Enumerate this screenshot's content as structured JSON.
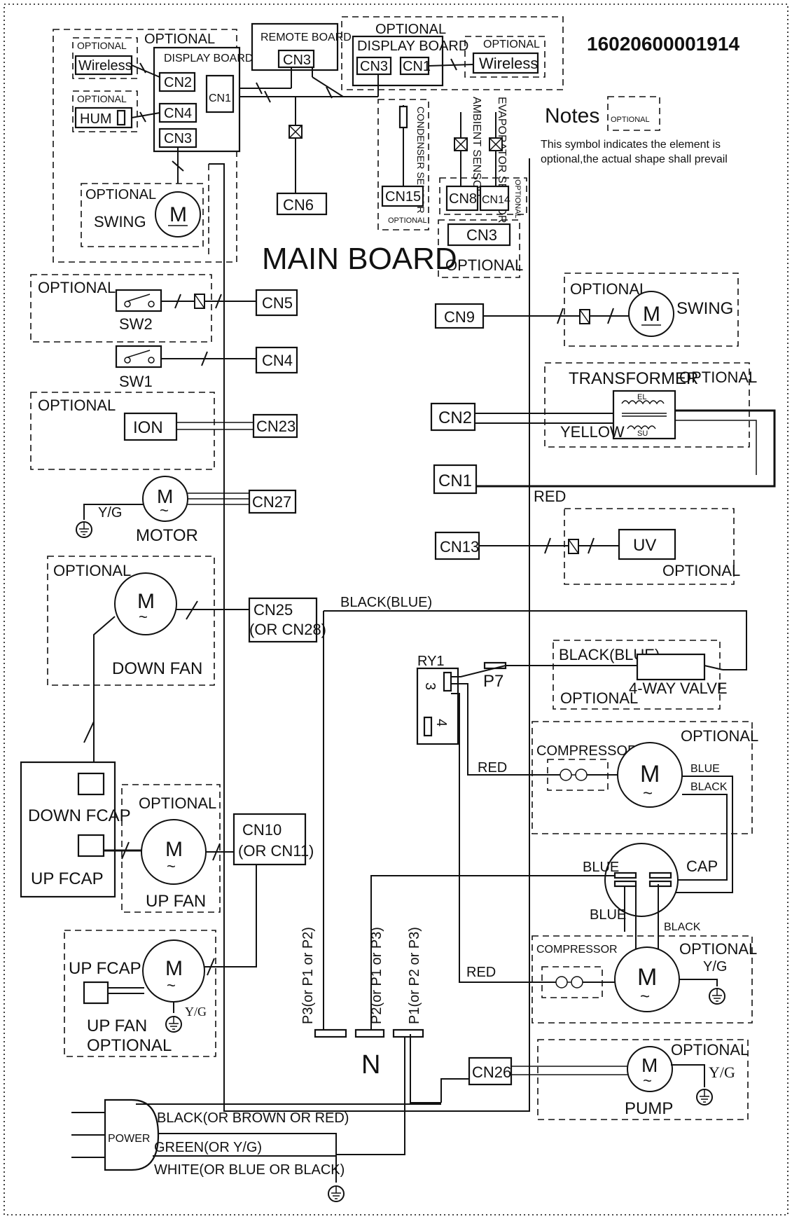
{
  "doc_id": "16020600001914",
  "notes": {
    "title": "Notes",
    "swatch": "OPTIONAL",
    "line1": "This symbol indicates the element is",
    "line2": "optional,the actual shape shall prevail"
  },
  "main_board": "MAIN BOARD",
  "remote_board": {
    "title": "REMOTE BOARD",
    "cn": "CN3"
  },
  "left_display": {
    "optional": "OPTIONAL",
    "title": "DISPLAY BOARD",
    "cn2": "CN2",
    "cn1": "CN1",
    "cn4": "CN4",
    "cn3": "CN3",
    "wireless_opt": "OPTIONAL",
    "wireless": "Wireless",
    "hum_opt": "OPTIONAL",
    "hum": "HUM",
    "swing_opt": "OPTIONAL",
    "swing": "SWING",
    "motor_m": "M"
  },
  "right_display": {
    "optional": "OPTIONAL",
    "title": "DISPLAY BOARD",
    "cn3": "CN3",
    "cn1": "CN1",
    "wireless_opt": "OPTIONAL",
    "wireless": "Wireless"
  },
  "sensors": {
    "condenser": "CONDENSER SENSOR",
    "ambient": "AMBIENT SENSOR",
    "evaporator": "EVAPORATOR SENSOR",
    "cn15": "CN15",
    "cn15_opt": "OPTIONAL",
    "cn8": "CN8",
    "cn14": "CN14",
    "cn14_opt": "OPTIONAL",
    "cn3": "CN3",
    "cn3_opt": "OPTIONAL"
  },
  "left_conn": {
    "cn6": "CN6",
    "sw2_opt": "OPTIONAL",
    "sw2": "SW2",
    "cn5": "CN5",
    "sw1": "SW1",
    "cn4": "CN4",
    "ion_opt": "OPTIONAL",
    "ion": "ION",
    "cn23": "CN23",
    "motor": "MOTOR",
    "motor_yg": "Y/G",
    "cn27": "CN27",
    "down_fan_opt": "OPTIONAL",
    "down_fan": "DOWN FAN",
    "cn25": "CN25",
    "cn25b": "(OR CN28)",
    "black_blue": "BLACK(BLUE)",
    "down_fcap": "DOWN FCAP",
    "up_fcap": "UP FCAP",
    "up_fan_opt": "OPTIONAL",
    "up_fan": "UP FAN",
    "cn10": "CN10",
    "cn10b": "(OR CN11)",
    "up_fcap2": "UP FCAP",
    "up_fan2": "UP FAN",
    "up_fan2_opt": "OPTIONAL",
    "up_fan2_yg": "Y/G"
  },
  "right_conn": {
    "cn9": "CN9",
    "swing_opt": "OPTIONAL",
    "swing": "SWING",
    "cn2": "CN2",
    "transformer": "TRANSFORMER",
    "transformer_opt": "OPTIONAL",
    "yellow": "YELLOW",
    "el": "EL",
    "su": "SU",
    "cn1": "CN1",
    "red": "RED",
    "cn13": "CN13",
    "uv": "UV",
    "uv_opt": "OPTIONAL",
    "ry1": "RY1",
    "pin3": "3",
    "pin4": "4",
    "p7": "P7",
    "valve_color": "BLACK(BLUE)",
    "valve_opt": "OPTIONAL",
    "valve": "4-WAY VALVE",
    "comp1_label": "COMPRESSOR",
    "comp1_opt": "OPTIONAL",
    "comp1_red": "RED",
    "comp1_blue": "BLUE",
    "comp1_black": "BLACK",
    "cap_blue1": "BLUE",
    "cap": "CAP",
    "cap_blue2": "BLUE",
    "cap_black": "BLACK",
    "comp2_label": "COMPRESSOR",
    "comp2_opt": "OPTIONAL",
    "comp2_red": "RED",
    "comp2_yg": "Y/G",
    "cn26": "CN26",
    "pump": "PUMP",
    "pump_opt": "OPTIONAL",
    "pump_yg": "Y/G"
  },
  "terminals": {
    "p3": "P3(or P1 or P2)",
    "p2": "P2(or P1 or P3)",
    "p1": "P1(or P2 or P3)",
    "n": "N"
  },
  "power": {
    "label": "POWER",
    "w1": "BLACK(OR BROWN OR RED)",
    "w2": "GREEN(OR Y/G)",
    "w3": "WHITE(OR BLUE OR BLACK)"
  },
  "glyphs": {
    "motor_m": "M",
    "tilde": "~"
  }
}
